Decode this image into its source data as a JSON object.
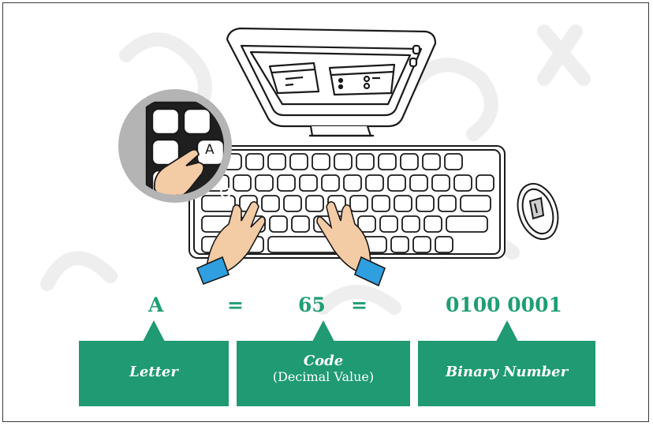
{
  "equation": {
    "letter": "A",
    "eq1": "=",
    "code": "65",
    "eq2": "=",
    "binary": "0100 0001",
    "key_letter": "A"
  },
  "labels": {
    "letter": "Letter",
    "code": "Code",
    "code_sub": "(Decimal Value)",
    "binary": "Binary Number"
  },
  "colors": {
    "accent": "#1f9a72",
    "skin": "#f3cba5",
    "cuff": "#2f9fe0",
    "outline": "#1a1a1a"
  },
  "icons": [
    "monitor-icon",
    "keyboard-icon",
    "mouse-icon",
    "hand-icon",
    "magnifier-icon"
  ]
}
